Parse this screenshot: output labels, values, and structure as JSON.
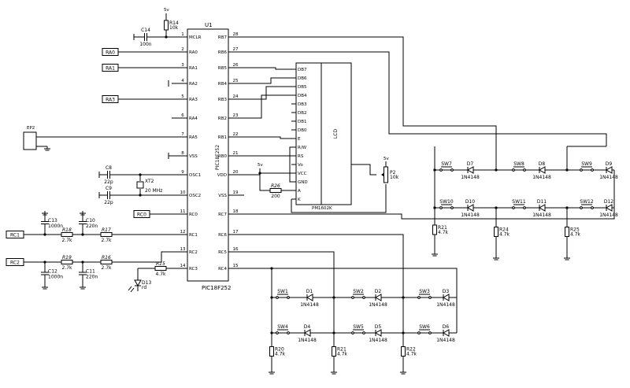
{
  "mcu": {
    "ref": "U1",
    "part": "PIC18F252",
    "footer": "PIC18F252",
    "pins": [
      {
        "n": "1",
        "name": "MCLR",
        "side": "L"
      },
      {
        "n": "2",
        "name": "RA0",
        "side": "L"
      },
      {
        "n": "3",
        "name": "RA1",
        "side": "L"
      },
      {
        "n": "4",
        "name": "RA2",
        "side": "L"
      },
      {
        "n": "5",
        "name": "RA3",
        "side": "L"
      },
      {
        "n": "6",
        "name": "RA4",
        "side": "L"
      },
      {
        "n": "7",
        "name": "RA5",
        "side": "L"
      },
      {
        "n": "8",
        "name": "VSS",
        "side": "L"
      },
      {
        "n": "9",
        "name": "OSC1",
        "side": "L"
      },
      {
        "n": "10",
        "name": "OSC2",
        "side": "L"
      },
      {
        "n": "11",
        "name": "RC0",
        "side": "L"
      },
      {
        "n": "12",
        "name": "RC1",
        "side": "L"
      },
      {
        "n": "13",
        "name": "RC2",
        "side": "L"
      },
      {
        "n": "14",
        "name": "RC3",
        "side": "L"
      },
      {
        "n": "28",
        "name": "RB7",
        "side": "R"
      },
      {
        "n": "27",
        "name": "RB6",
        "side": "R"
      },
      {
        "n": "26",
        "name": "RB5",
        "side": "R"
      },
      {
        "n": "25",
        "name": "RB4",
        "side": "R"
      },
      {
        "n": "24",
        "name": "RB3",
        "side": "R"
      },
      {
        "n": "23",
        "name": "RB2",
        "side": "R"
      },
      {
        "n": "22",
        "name": "RB1",
        "side": "R"
      },
      {
        "n": "21",
        "name": "RB0",
        "side": "R"
      },
      {
        "n": "20",
        "name": "VDD",
        "side": "R"
      },
      {
        "n": "19",
        "name": "VSS",
        "side": "R"
      },
      {
        "n": "18",
        "name": "RC7",
        "side": "R"
      },
      {
        "n": "17",
        "name": "RC6",
        "side": "R"
      },
      {
        "n": "16",
        "name": "RC5",
        "side": "R"
      },
      {
        "n": "15",
        "name": "RC4",
        "side": "R"
      }
    ]
  },
  "lcd": {
    "title": "LCD",
    "part": "PM1602K",
    "pins": [
      "DB7",
      "DB6",
      "DB5",
      "DB4",
      "DB3",
      "DB2",
      "DB1",
      "DB0",
      "E",
      "R/W",
      "RS",
      "Vo",
      "VCC",
      "GND",
      "A",
      "K"
    ]
  },
  "netlabels": [
    "RA0",
    "RA1",
    "RA3",
    "RC0",
    "RC1",
    "RC2"
  ],
  "connector": {
    "ref": "EP2"
  },
  "supply": "5v",
  "parts": {
    "R14": {
      "ref": "R14",
      "value": "10k"
    },
    "C14": {
      "ref": "C14",
      "value": "100n"
    },
    "C8": {
      "ref": "C8",
      "value": "22p"
    },
    "C9": {
      "ref": "C9",
      "value": "22p"
    },
    "XT2": {
      "ref": "XT2",
      "value": "20 MHz"
    },
    "C13": {
      "ref": "C13",
      "value": "1000n"
    },
    "C10": {
      "ref": "C10",
      "value": "220n"
    },
    "C12": {
      "ref": "C12",
      "value": "1000n"
    },
    "C11": {
      "ref": "C11",
      "value": "220n"
    },
    "R18": {
      "ref": "R18",
      "value": "2.7k"
    },
    "R17": {
      "ref": "R17",
      "value": "2.7k"
    },
    "R19": {
      "ref": "R19",
      "value": "2.7k"
    },
    "R16": {
      "ref": "R16",
      "value": "2.7k"
    },
    "R15": {
      "ref": "R15",
      "value": "4.7k"
    },
    "D13": {
      "ref": "D13",
      "value": "rd"
    },
    "R26": {
      "ref": "R26",
      "value": "200"
    },
    "P2": {
      "ref": "P2",
      "value": "10k"
    },
    "R20": {
      "ref": "R20",
      "value": "4.7k"
    },
    "R21": {
      "ref": "R21",
      "value": "4.7k"
    },
    "R22": {
      "ref": "R22",
      "value": "4.7k"
    },
    "R23": {
      "ref": "R21",
      "value": "4.7k"
    },
    "R24": {
      "ref": "R24",
      "value": "4.7k"
    },
    "R25": {
      "ref": "R25",
      "value": "4.7k"
    }
  },
  "switches": [
    {
      "ref": "SW1",
      "diode": "D1",
      "dv": "1N4148"
    },
    {
      "ref": "SW2",
      "diode": "D2",
      "dv": "1N4148"
    },
    {
      "ref": "SW3",
      "diode": "D3",
      "dv": "1N4148"
    },
    {
      "ref": "SW4",
      "diode": "D4",
      "dv": "1N4148"
    },
    {
      "ref": "SW5",
      "diode": "D5",
      "dv": "1N4148"
    },
    {
      "ref": "SW6",
      "diode": "D6",
      "dv": "1N4148"
    },
    {
      "ref": "SW7",
      "diode": "D7",
      "dv": "1N4148"
    },
    {
      "ref": "SW8",
      "diode": "D8",
      "dv": "1N4148"
    },
    {
      "ref": "SW9",
      "diode": "D9",
      "dv": "1N4148"
    },
    {
      "ref": "SW10",
      "diode": "D10",
      "dv": "1N4148"
    },
    {
      "ref": "SW11",
      "diode": "D11",
      "dv": "1N4148"
    },
    {
      "ref": "SW12",
      "diode": "D12",
      "dv": "1N4148"
    }
  ]
}
